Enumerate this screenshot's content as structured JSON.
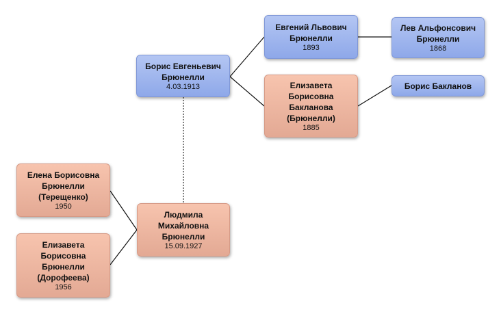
{
  "nodes": {
    "boris_e": {
      "name": "Борис Евгеньевич\nБрюнелли",
      "date": "4.03.1913"
    },
    "evgeny": {
      "name": "Евгений Львович\nБрюнелли",
      "date": "1893"
    },
    "lev": {
      "name": "Лев Альфонсович\nБрюнелли",
      "date": "1868"
    },
    "elizaveta_b": {
      "name": "Елизавета\nБорисовна\nБакланова\n(Брюнелли)",
      "date": "1885"
    },
    "boris_b": {
      "name": "Борис Бакланов"
    },
    "elena": {
      "name": "Елена Борисовна\nБрюнелли\n(Терещенко)",
      "date": "1950"
    },
    "lyudmila": {
      "name": "Людмила\nМихайловна\nБрюнелли",
      "date": "15.09.1927"
    },
    "elizaveta_d": {
      "name": "Елизавета\nБорисовна\nБрюнелли\n(Дорофеева)",
      "date": "1956"
    }
  },
  "colors": {
    "male": "#9db3ee",
    "female": "#f0b9a3",
    "connector": "#111111"
  }
}
